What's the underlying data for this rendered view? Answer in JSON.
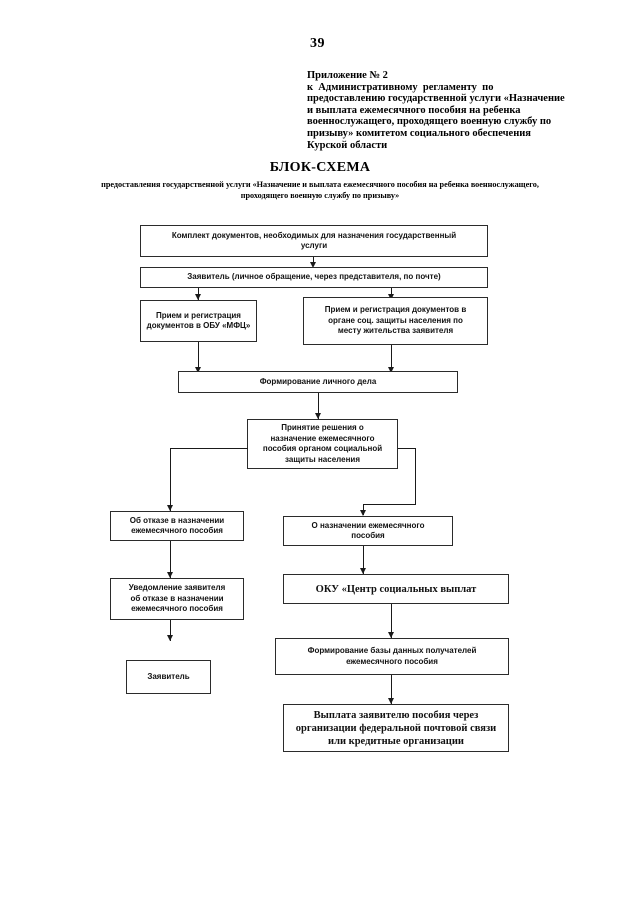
{
  "page": {
    "number": "39"
  },
  "reference": {
    "lines": [
      "Приложение № 2",
      "к  Административному  регламенту  по",
      "предоставлению государственной услуги «Назначение",
      "и выплата ежемесячного пособия на ребенка",
      "военнослужащего, проходящего военную службу по",
      "призыву» комитетом социального обеспечения",
      "Курской области"
    ]
  },
  "title": {
    "heading": "БЛОК-СХЕМА",
    "subtitle": "предоставления государственной услуги  «Назначение и выплата ежемесячного пособия на ребенка\nвоеннослужащего, проходящего военную службу по призыву»"
  },
  "flowchart": {
    "type": "flowchart",
    "nodes": [
      {
        "id": "documents-package",
        "label": "Комплект документов, необходимых для назначения государственный\nуслуги"
      },
      {
        "id": "applicant-entry",
        "label": "Заявитель (личное обращение, через представителя, по почте)"
      },
      {
        "id": "intake-mfc",
        "label": "Прием и регистрация\nдокументов в  ОБУ «МФЦ»"
      },
      {
        "id": "intake-social-protection",
        "label": "Прием и регистрация документов в\nоргане соц. защиты населения по\nместу жительства заявителя"
      },
      {
        "id": "personal-file",
        "label": "Формирование личного дела"
      },
      {
        "id": "decision",
        "label": "Принятие решения о\nназначение ежемесячного\nпособия органом социальной\nзащиты населения"
      },
      {
        "id": "refusal",
        "label": "Об отказе в назначении\nежемесячного пособия"
      },
      {
        "id": "approval",
        "label": "О назначении ежемесячного\nпособия"
      },
      {
        "id": "refusal-notice",
        "label": "Уведомление заявителя\nоб отказе в назначении\nежемесячного пособия"
      },
      {
        "id": "applicant-final",
        "label": "Заявитель"
      },
      {
        "id": "payment-center",
        "label": "ОКУ «Центр социальных выплат"
      },
      {
        "id": "recipients-database",
        "label": "Формирование базы данных получателей\nежемесячного пособия"
      },
      {
        "id": "payout",
        "label": "Выплата заявителю пособия через\nорганизации федеральной почтовой связи\nили кредитные организации"
      }
    ]
  }
}
